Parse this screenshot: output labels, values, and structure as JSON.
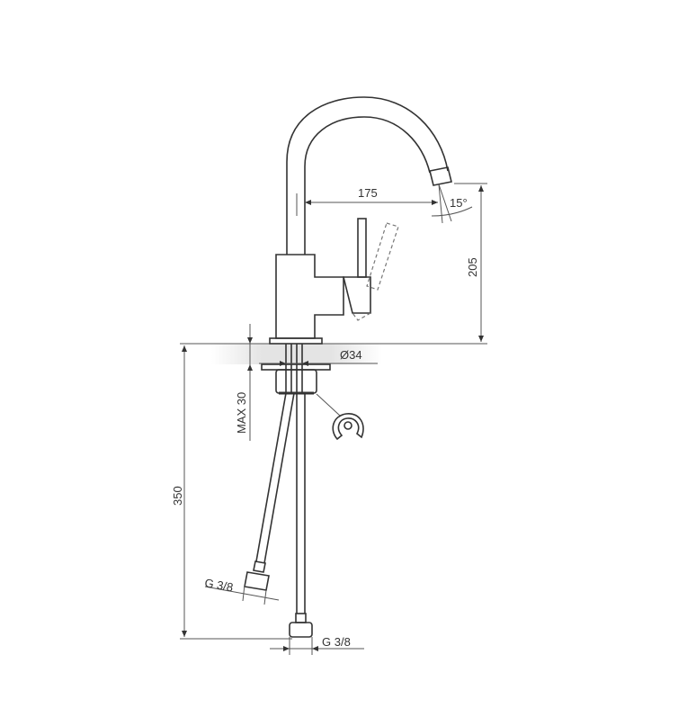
{
  "drawing": {
    "title": "Kitchen faucet technical drawing",
    "dimensions": {
      "spout_reach": "175",
      "spout_angle": "15°",
      "spout_height": "205",
      "base_diameter": "Ø34",
      "max_countertop": "MAX 30",
      "hose_length": "350",
      "connector_left": "G 3/8",
      "connector_right": "G 3/8"
    },
    "colors": {
      "line": "#333333",
      "shade": "#e6e6e6"
    }
  }
}
